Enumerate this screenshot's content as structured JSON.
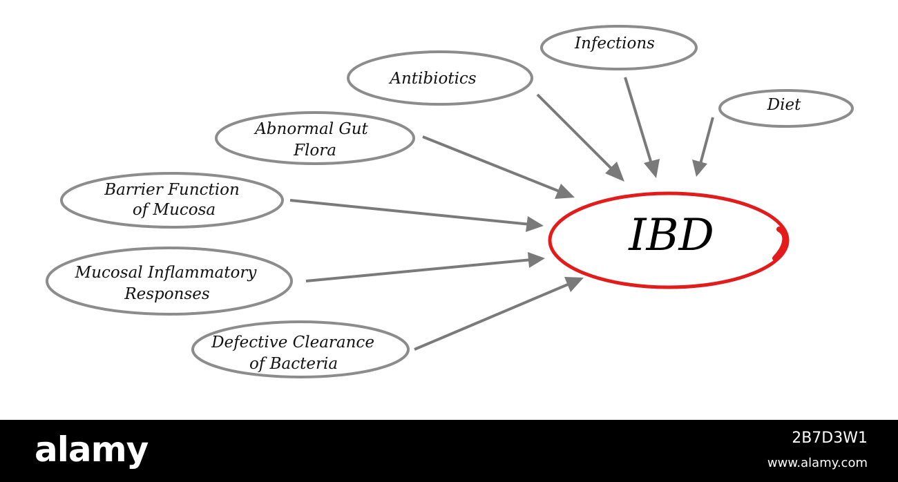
{
  "center": {
    "label": "IBD",
    "color": "#e31b1b"
  },
  "nodes": [
    {
      "id": "antibiotics",
      "lines": [
        "Antibiotics"
      ]
    },
    {
      "id": "infections",
      "lines": [
        "Infections"
      ]
    },
    {
      "id": "diet",
      "lines": [
        "Diet"
      ]
    },
    {
      "id": "abnormal-gut-flora",
      "lines": [
        "Abnormal Gut",
        "Flora"
      ]
    },
    {
      "id": "barrier-function",
      "lines": [
        "Barrier Function",
        "of Mucosa"
      ]
    },
    {
      "id": "mucosal-inflammatory",
      "lines": [
        "Mucosal Inflammatory",
        "Responses"
      ]
    },
    {
      "id": "defective-clearance",
      "lines": [
        "Defective Clearance",
        "of Bacteria"
      ]
    }
  ],
  "colors": {
    "ellipse_stroke": "#8c8c8c",
    "arrow": "#7a7a7a"
  },
  "footer": {
    "brand": "alamy",
    "image_id": "2B7D3W1",
    "url": "www.alamy.com"
  }
}
